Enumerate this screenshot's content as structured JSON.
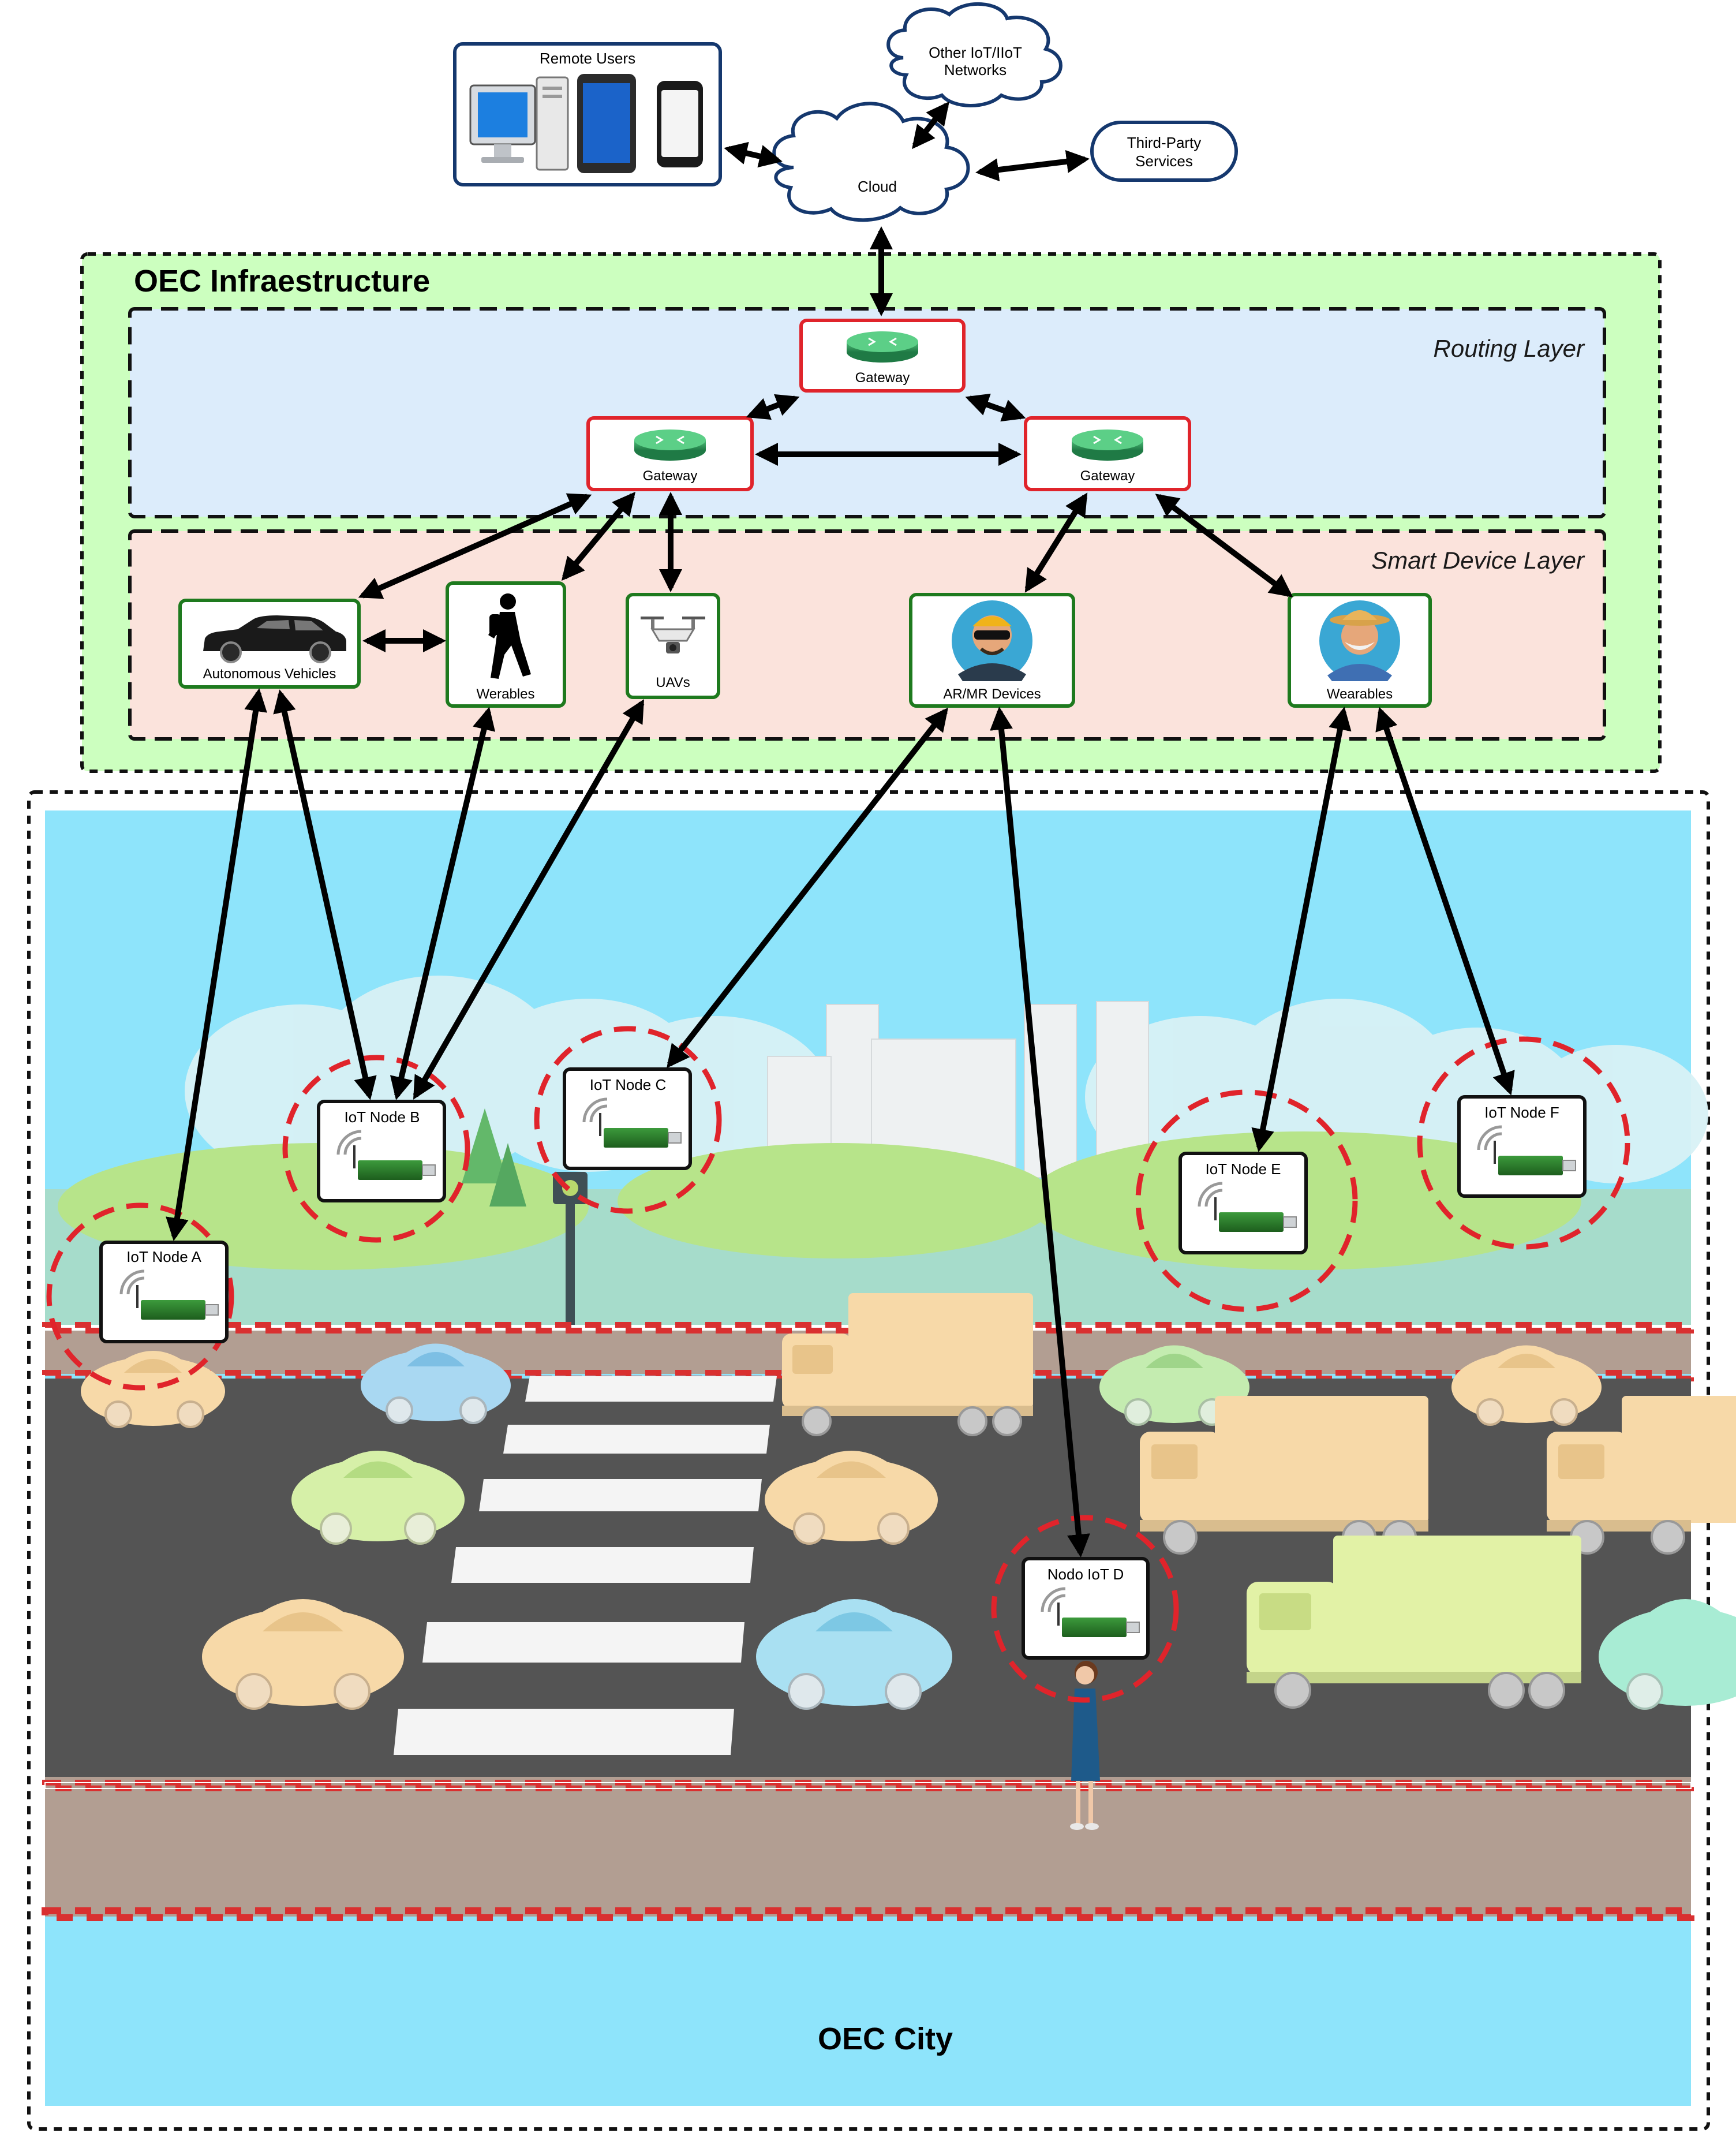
{
  "cloud_top": {
    "remote_users": "Remote Users",
    "cloud": "Cloud",
    "other_networks_line1": "Other IoT/IIoT",
    "other_networks_line2": "Networks",
    "third_party_line1": "Third-Party",
    "third_party_line2": "Services"
  },
  "infrastructure": {
    "title": "OEC Infraestructure",
    "routing_layer": "Routing Layer",
    "smart_device_layer": "Smart Device Layer",
    "gateway_top": "Gateway",
    "gateway_left": "Gateway",
    "gateway_right": "Gateway"
  },
  "devices": {
    "autonomous_vehicles": "Autonomous Vehicles",
    "werables": "Werables",
    "uavs": "UAVs",
    "ar_mr_devices": "AR/MR Devices",
    "wearables": "Wearables"
  },
  "iot_nodes": {
    "node_a": "IoT Node A",
    "node_b": "IoT Node B",
    "node_c": "IoT Node C",
    "node_d": "Nodo IoT D",
    "node_e": "IoT Node E",
    "node_f": "IoT Node F"
  },
  "city": {
    "title": "OEC City"
  },
  "colors": {
    "infra_green": "#ccffbf",
    "routing_blue": "#dcecfb",
    "device_pink": "#fbe3dc",
    "gateway_border": "#e0242b",
    "device_border": "#1e7a1e",
    "cloud_border": "#15386e",
    "sky": "#8ee4fb",
    "road": "#545454",
    "node_ring": "#e0242b"
  }
}
